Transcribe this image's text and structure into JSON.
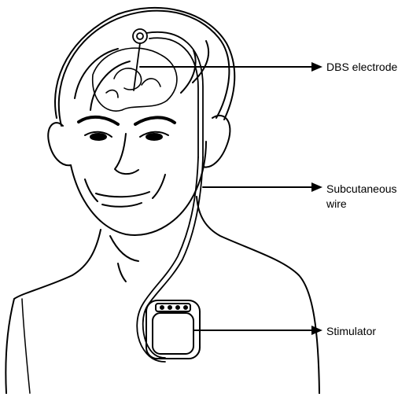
{
  "figure": {
    "labels": {
      "dbs_electrode": "DBS electrode",
      "subcutaneous_wire": "Subcutaneous\nwire",
      "stimulator": "Stimulator"
    }
  },
  "colors": {
    "ink": "#000000",
    "background": "#ffffff"
  }
}
